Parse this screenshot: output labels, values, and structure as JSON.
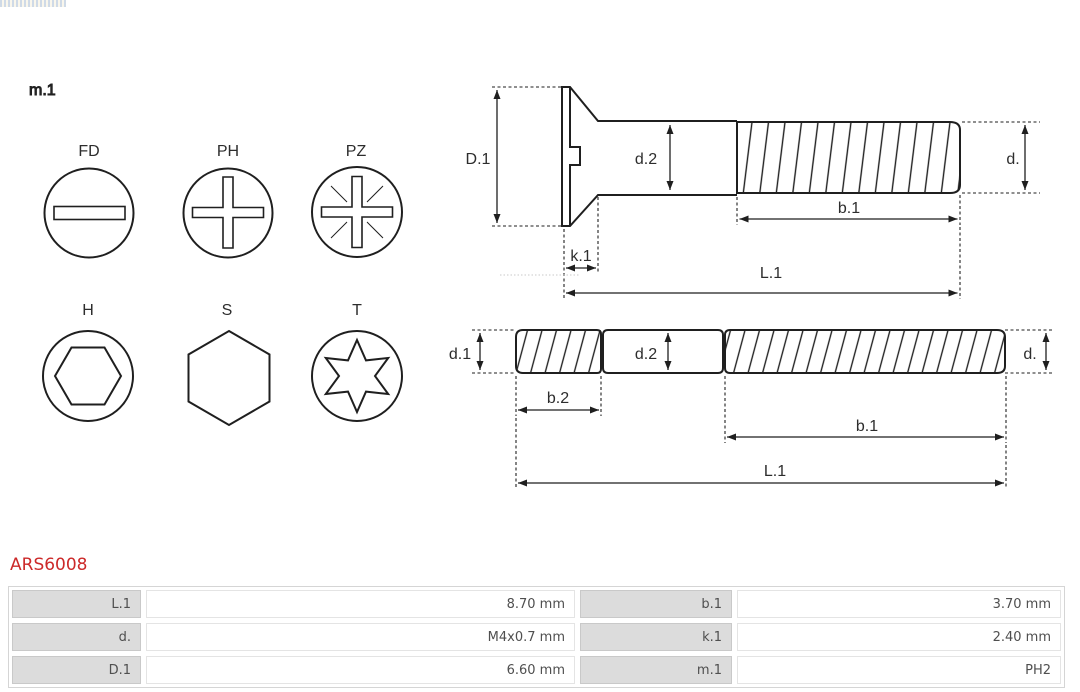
{
  "part_number": "ARS6008",
  "drive_size_label": "m.1",
  "head_types": {
    "fd": "FD",
    "ph": "PH",
    "pz": "PZ",
    "h": "H",
    "s": "S",
    "t": "T"
  },
  "screw_side_view": {
    "D1": "D.1",
    "d2": "d.2",
    "d": "d.",
    "b1": "b.1",
    "k1": "k.1",
    "L1": "L.1"
  },
  "stud_view": {
    "d1": "d.1",
    "d2": "d.2",
    "d": "d.",
    "b2": "b.2",
    "b1": "b.1",
    "L1": "L.1"
  },
  "spec_table": {
    "rows": [
      {
        "cells": [
          {
            "label": "L.1",
            "value": "8.70 mm"
          },
          {
            "label": "b.1",
            "value": "3.70 mm"
          }
        ]
      },
      {
        "cells": [
          {
            "label": "d.",
            "value": "M4x0.7 mm"
          },
          {
            "label": "k.1",
            "value": "2.40 mm"
          }
        ]
      },
      {
        "cells": [
          {
            "label": "D.1",
            "value": "6.60 mm"
          },
          {
            "label": "m.1",
            "value": "PH2"
          }
        ]
      }
    ]
  },
  "colors": {
    "accent_red": "#cc2929",
    "line": "#1f1f1f",
    "table_label_bg": "#dcdcdc"
  }
}
